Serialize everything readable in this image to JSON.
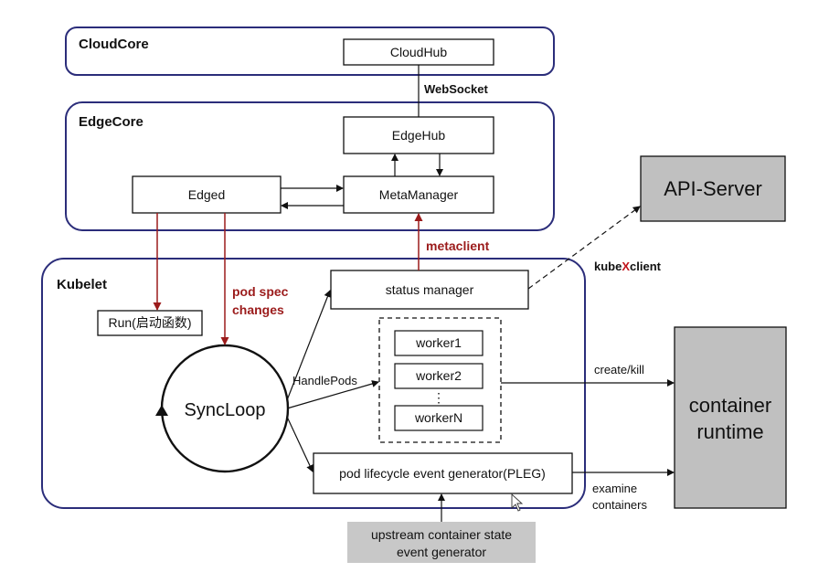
{
  "regions": {
    "cloudcore": "CloudCore",
    "edgecore": "EdgeCore",
    "kubelet": "Kubelet"
  },
  "boxes": {
    "cloudhub": "CloudHub",
    "edgehub": "EdgeHub",
    "edged": "Edged",
    "metamanager": "MetaManager",
    "run": "Run(启动函数)",
    "status_manager": "status manager",
    "worker1": "worker1",
    "worker2": "worker2",
    "worker_dots": "⋮",
    "workerN": "workerN",
    "pleg": "pod lifecycle event generator(PLEG)",
    "api_server": "API-Server",
    "container_runtime_line1": "container",
    "container_runtime_line2": "runtime",
    "upstream_line1": "upstream container state",
    "upstream_line2": "event generator",
    "syncloop": "SyncLoop"
  },
  "labels": {
    "websocket": "WebSocket",
    "metaclient": "metaclient",
    "kubeclient_prefix": "kube",
    "kubeclient_cross": "X",
    "kubeclient_suffix": "client",
    "pod_spec_line1": "pod spec",
    "pod_spec_line2": "changes",
    "handlepods": "HandlePods",
    "create_kill": "create/kill",
    "examine_line1": "examine",
    "examine_line2": "containers"
  },
  "colors": {
    "region_border": "#2b2d7a",
    "red_arrow": "#9b1b1b",
    "gray_box": "#c0c0c0",
    "light_gray_box": "#c8c8c8"
  }
}
